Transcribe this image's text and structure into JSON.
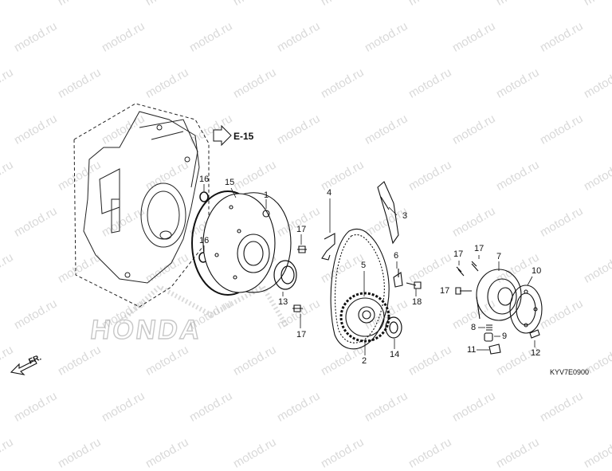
{
  "watermark": "motod.ru",
  "reference": "E-15",
  "front_label": "FR.",
  "logo": "HONDA",
  "diagram_code": "KYV7E0900",
  "callouts": [
    {
      "id": "c1",
      "text": "1"
    },
    {
      "id": "c2",
      "text": "2"
    },
    {
      "id": "c3",
      "text": "3"
    },
    {
      "id": "c4",
      "text": "4"
    },
    {
      "id": "c5",
      "text": "5"
    },
    {
      "id": "c6",
      "text": "6"
    },
    {
      "id": "c7",
      "text": "7"
    },
    {
      "id": "c8",
      "text": "8"
    },
    {
      "id": "c9",
      "text": "9"
    },
    {
      "id": "c10",
      "text": "10"
    },
    {
      "id": "c11",
      "text": "11"
    },
    {
      "id": "c12",
      "text": "12"
    },
    {
      "id": "c13",
      "text": "13"
    },
    {
      "id": "c14",
      "text": "14"
    },
    {
      "id": "c15",
      "text": "15"
    },
    {
      "id": "c16a",
      "text": "16"
    },
    {
      "id": "c16b",
      "text": "16"
    },
    {
      "id": "c17a",
      "text": "17"
    },
    {
      "id": "c17b",
      "text": "17"
    },
    {
      "id": "c17c",
      "text": "17"
    },
    {
      "id": "c17d",
      "text": "17"
    },
    {
      "id": "c17e",
      "text": "17"
    },
    {
      "id": "c18",
      "text": "18"
    }
  ]
}
